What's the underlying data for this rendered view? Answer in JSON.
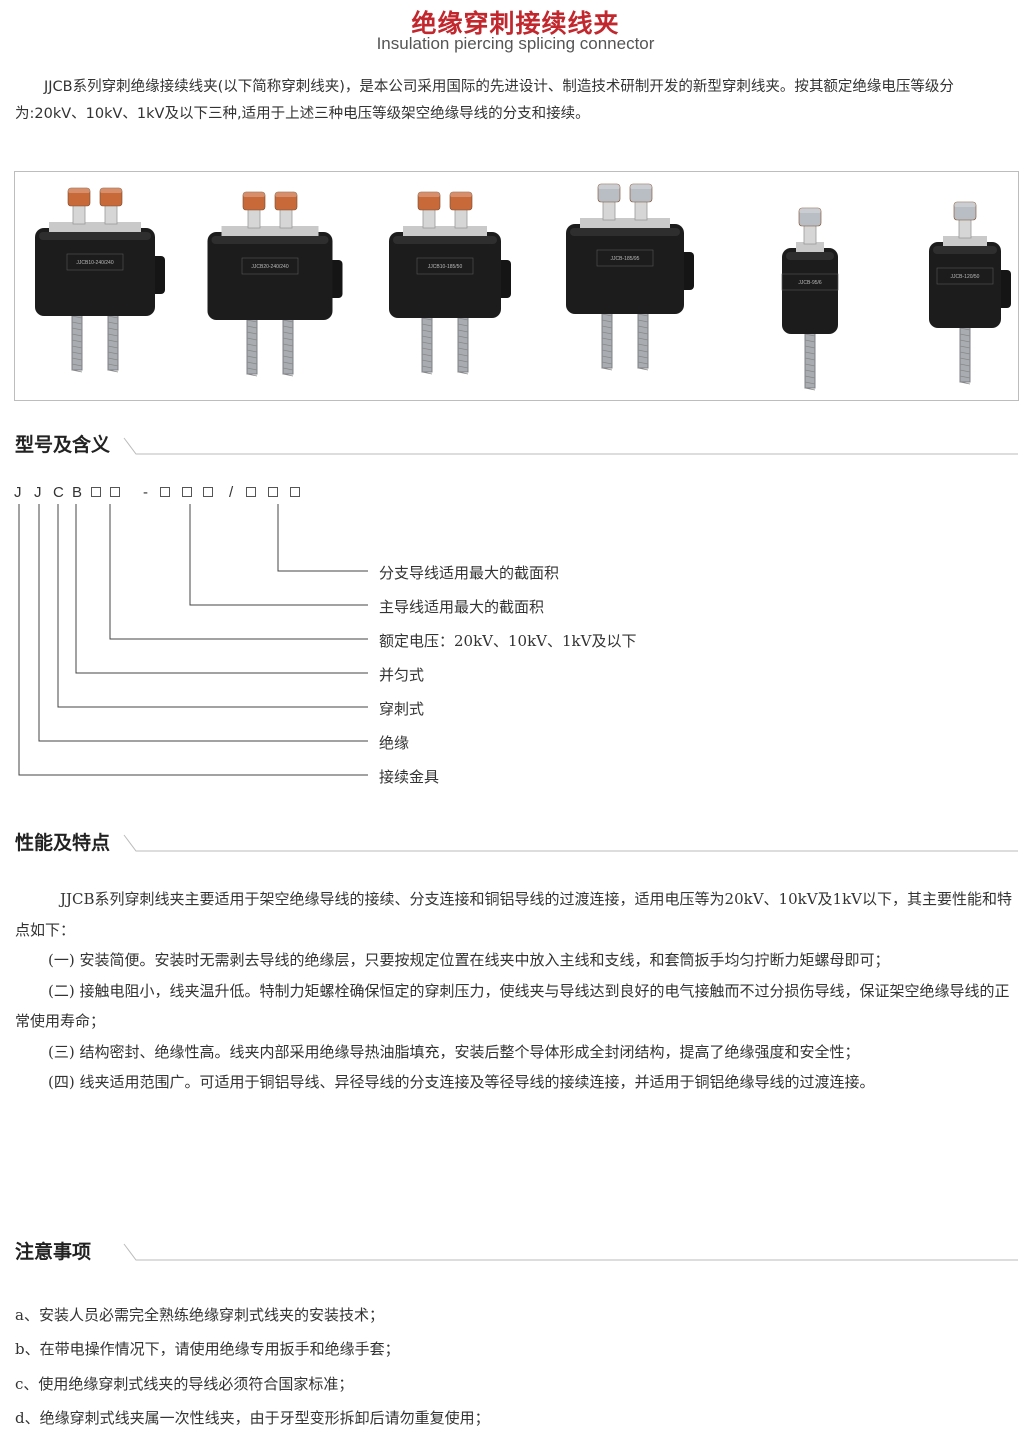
{
  "header": {
    "title": "绝缘穿刺接续线夹",
    "subtitle": "Insulation piercing splicing connector"
  },
  "intro": {
    "line1": "JJCB系列穿刺绝缘接续线夹(以下简称穿刺线夹)，是本公司采用国际的先进设计、制造技术研制开发的新型穿刺线夹。按",
    "line2": "其额定绝缘电压等级分为:20kV、10kV、1kV及以下三种,适用于上述三种电压等级架空绝缘导线的分支和接续。"
  },
  "products": [
    {
      "label": "JJCB10-240/240",
      "bolt_color": "copper"
    },
    {
      "label": "JJCB20-240/240",
      "bolt_color": "copper"
    },
    {
      "label": "JJCB10-185/50",
      "bolt_color": "copper"
    },
    {
      "label": "JJCB-185/95",
      "bolt_color": "silver"
    },
    {
      "label": "JJCB-95/6",
      "bolt_color": "silver"
    },
    {
      "label": "JJCB-120/50",
      "bolt_color": "silver"
    }
  ],
  "section_model": {
    "heading": "型号及含义",
    "code_letters": [
      "J",
      "J",
      "C",
      "B"
    ],
    "code_dash": "-",
    "code_slash": "/",
    "labels": [
      "分支导线适用最大的截面积",
      "主导线适用最大的截面积",
      "额定电压：20kV、10kV、1kV及以下",
      "并匀式",
      "穿刺式",
      "绝缘",
      "接续金具"
    ]
  },
  "section_features": {
    "heading": "性能及特点",
    "intro": "JJCB系列穿刺线夹主要适用于架空绝缘导线的接续、分支连接和铜铝导线的过渡连接，适用电压等为20kV、10kV及1kV以下，其主要性能和特点如下：",
    "items": [
      "(一) 安装简便。安装时无需剥去导线的绝缘层，只要按规定位置在线夹中放入主线和支线，和套筒扳手均匀拧断力矩螺母即可；",
      "(二) 接触电阻小，线夹温升低。特制力矩螺栓确保恒定的穿刺压力，使线夹与导线达到良好的电气接触而不过分损伤导线，保证架空绝缘导线的正常使用寿命；",
      "(三) 结构密封、绝缘性高。线夹内部采用绝缘导热油脂填充，安装后整个导体形成全封闭结构，提高了绝缘强度和安全性；",
      "(四) 线夹适用范围广。可适用于铜铝导线、异径导线的分支连接及等径导线的接续连接，并适用于铜铝绝缘导线的过渡连接。"
    ]
  },
  "section_notes": {
    "heading": "注意事项",
    "items": [
      "a、安装人员必需完全熟练绝缘穿刺式线夹的安装技术；",
      "b、在带电操作情况下，请使用绝缘专用扳手和绝缘手套；",
      "c、使用绝缘穿刺式线夹的导线必须符合国家标准；",
      "d、绝缘穿刺式线夹属一次性线夹，由于牙型变形拆卸后请勿重复使用；"
    ]
  },
  "colors": {
    "title": "#c1272d",
    "copper": "#c8693a",
    "silver": "#b9bec4",
    "body": "#1c1c1c"
  }
}
